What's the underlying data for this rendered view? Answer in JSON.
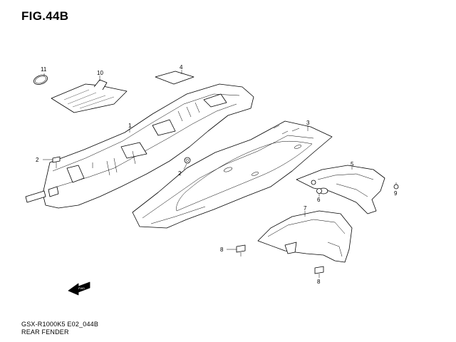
{
  "figure": {
    "title": "FIG.44B"
  },
  "footer": {
    "code": "GSX-R1000K5 E02_044B",
    "name": "REAR FENDER"
  },
  "callouts": {
    "c1": "1",
    "c2a": "2",
    "c2b": "2",
    "c3": "3",
    "c4": "4",
    "c5": "5",
    "c6": "6",
    "c7": "7",
    "c8a": "8",
    "c8b": "8",
    "c9": "9",
    "c10": "10",
    "c11": "11"
  },
  "direction_marker": {
    "label": "FWD",
    "icon": "fwd-arrow-icon"
  },
  "colors": {
    "line": "#000000",
    "background": "#ffffff"
  }
}
